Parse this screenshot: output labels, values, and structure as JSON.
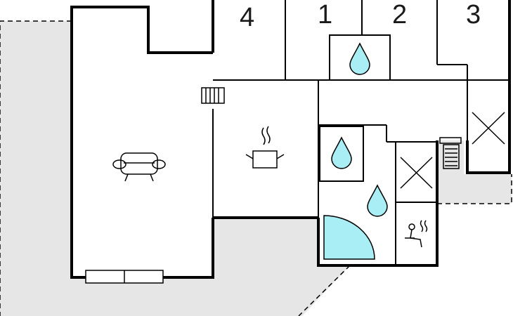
{
  "floorplan": {
    "room_numbers": [
      "4",
      "1",
      "2",
      "3"
    ],
    "colors": {
      "wall": "#000000",
      "terrace": "#e6e6e6",
      "water": "#a8eef4",
      "shower": "#a8eef4"
    },
    "icons": [
      "sofa-icon",
      "cooking-pot-icon",
      "radiator-icon",
      "water-drop-icon",
      "shower-icon",
      "sauna-icon",
      "storage-cross-icon"
    ]
  }
}
